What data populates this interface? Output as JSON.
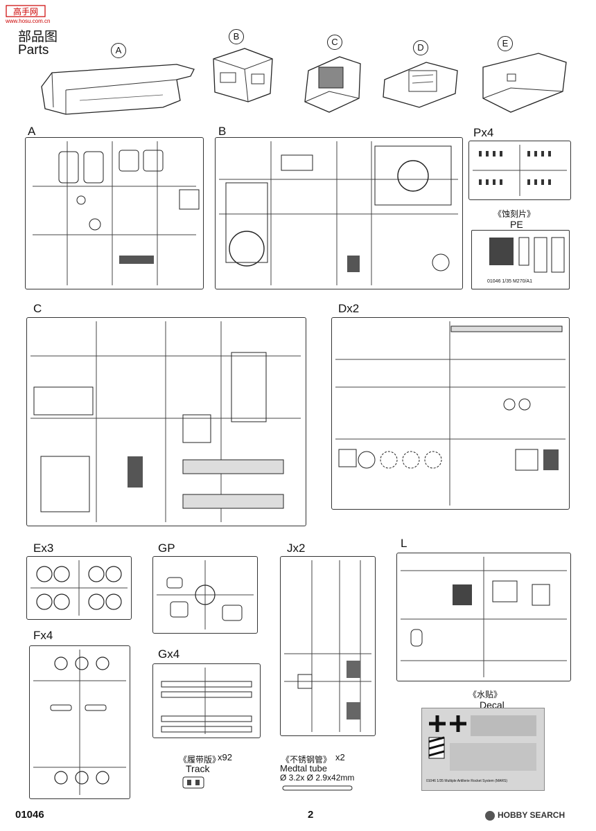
{
  "header": {
    "watermark_site": "www.hosu.com.cn",
    "title_cn": "部品图",
    "title_en": "Parts"
  },
  "parts": [
    {
      "letter": "A"
    },
    {
      "letter": "B"
    },
    {
      "letter": "C"
    },
    {
      "letter": "D"
    },
    {
      "letter": "E"
    }
  ],
  "sprues": {
    "a": "A",
    "b": "B",
    "p": "Px4",
    "pe_cn": "《蚀刻片》",
    "pe": "PE",
    "pe_code": "01046   1/35   M270/A1",
    "c": "C",
    "d": "Dx2",
    "e": "Ex3",
    "gp": "GP",
    "j": "Jx2",
    "l": "L",
    "f": "Fx4",
    "g": "Gx4"
  },
  "extras": {
    "decal_cn": "《水贴》",
    "decal": "Decal",
    "track_cn": "《履带版》",
    "track_qty": "x92",
    "track": "Track",
    "tube_cn": "《不锈钢管》",
    "tube_qty": "x2",
    "tube": "Medtal tube",
    "tube_spec": "Ø 3.2x Ø 2.9x42mm",
    "decal_footer": "01046 1/35 Multiple Artillerie Rocket System (MARS)"
  },
  "footer": {
    "product_code": "01046",
    "page": "2",
    "watermark": "HOBBY SEARCH"
  }
}
